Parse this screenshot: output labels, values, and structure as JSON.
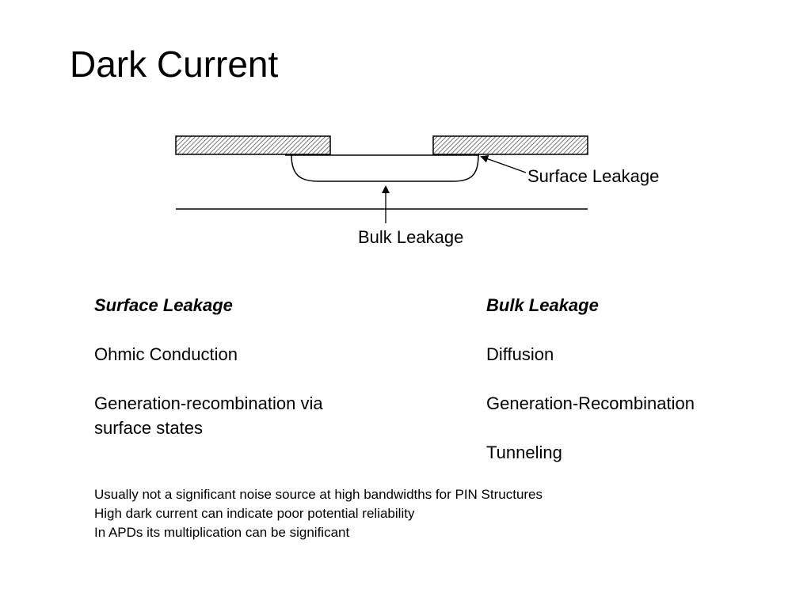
{
  "slide": {
    "title": "Dark Current"
  },
  "diagram": {
    "labels": {
      "surface_leakage": "Surface Leakage",
      "bulk_leakage": "Bulk Leakage"
    }
  },
  "columns": {
    "left": {
      "heading": "Surface Leakage",
      "items": [
        "Ohmic Conduction",
        "Generation-recombination via surface states"
      ]
    },
    "right": {
      "heading": "Bulk Leakage",
      "items": [
        "Diffusion",
        "Generation-Recombination",
        "Tunneling"
      ]
    }
  },
  "notes": [
    "Usually not a significant noise source at high bandwidths for PIN Structures",
    "High dark current can indicate poor potential reliability",
    "In APDs its multiplication can be significant"
  ]
}
